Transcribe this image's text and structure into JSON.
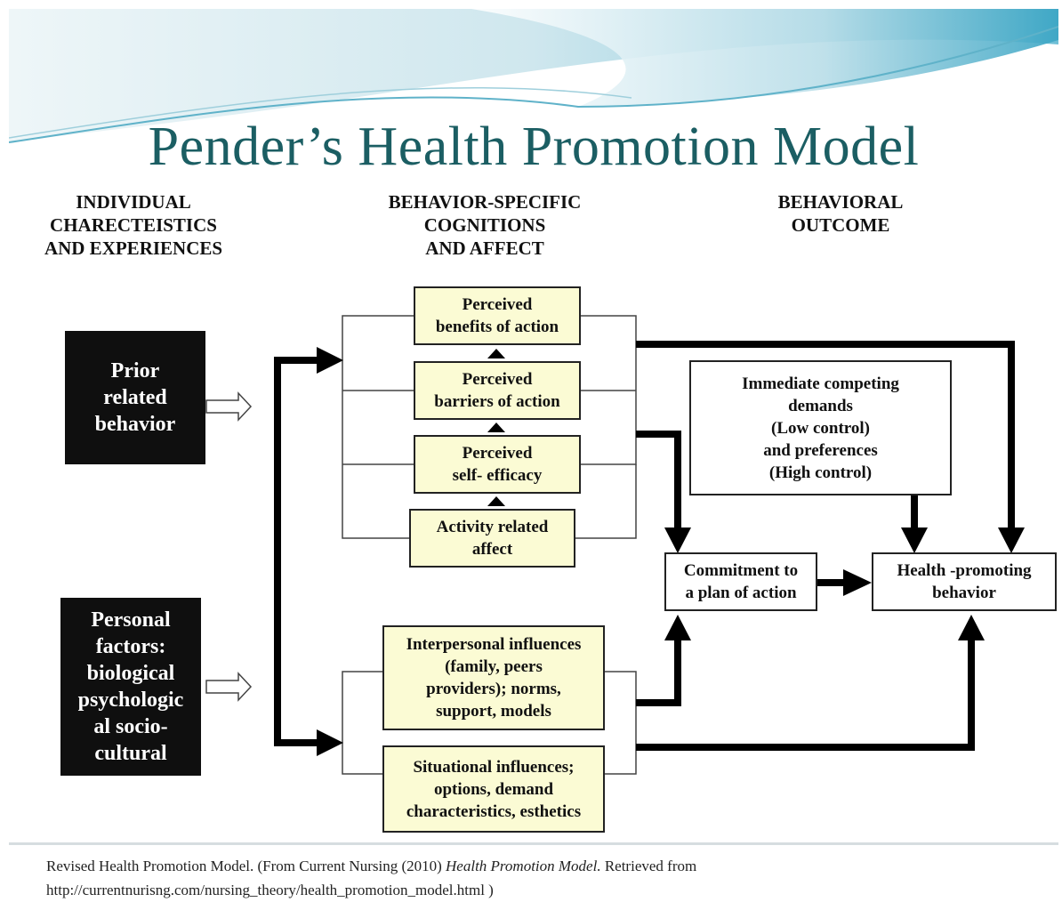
{
  "title": "Pender’s Health Promotion Model",
  "columns": {
    "left": "INDIVIDUAL\nCHARECTEISTICS\nAND EXPERIENCES",
    "middle": "BEHAVIOR-SPECIFIC\nCOGNITIONS\nAND AFFECT",
    "right": "BEHAVIORAL\nOUTCOME"
  },
  "nodes": {
    "prior": "Prior\nrelated\nbehavior",
    "personal": "Personal\nfactors:\nbiological\npsychologic\nal socio-\ncultural",
    "benefits": "Perceived\nbenefits of action",
    "barriers": "Perceived\nbarriers of action",
    "efficacy": "Perceived\nself- efficacy",
    "affect": "Activity related\naffect",
    "interpersonal": "Interpersonal influences\n(family, peers\nproviders); norms,\nsupport, models",
    "situational": "Situational influences;\noptions, demand\ncharacteristics, esthetics",
    "competing": "Immediate competing\ndemands\n(Low control)\nand preferences\n(High control)",
    "commitment": "Commitment to\na plan of action",
    "behavior": "Health -promoting\nbehavior"
  },
  "caption": {
    "prefix": "Revised Health Promotion Model. (From Current Nursing (2010) ",
    "italic": "Health Promotion Model.",
    "suffix": " Retrieved from",
    "url": "http://currentnurisng.com/nursing_theory/health_promotion_model.html  )"
  },
  "colors": {
    "title": "#1b5e63",
    "dark_box": "#0f0f0f",
    "yellow_box": "#fbfbd4",
    "banner_teal": "#7fc6d8"
  }
}
